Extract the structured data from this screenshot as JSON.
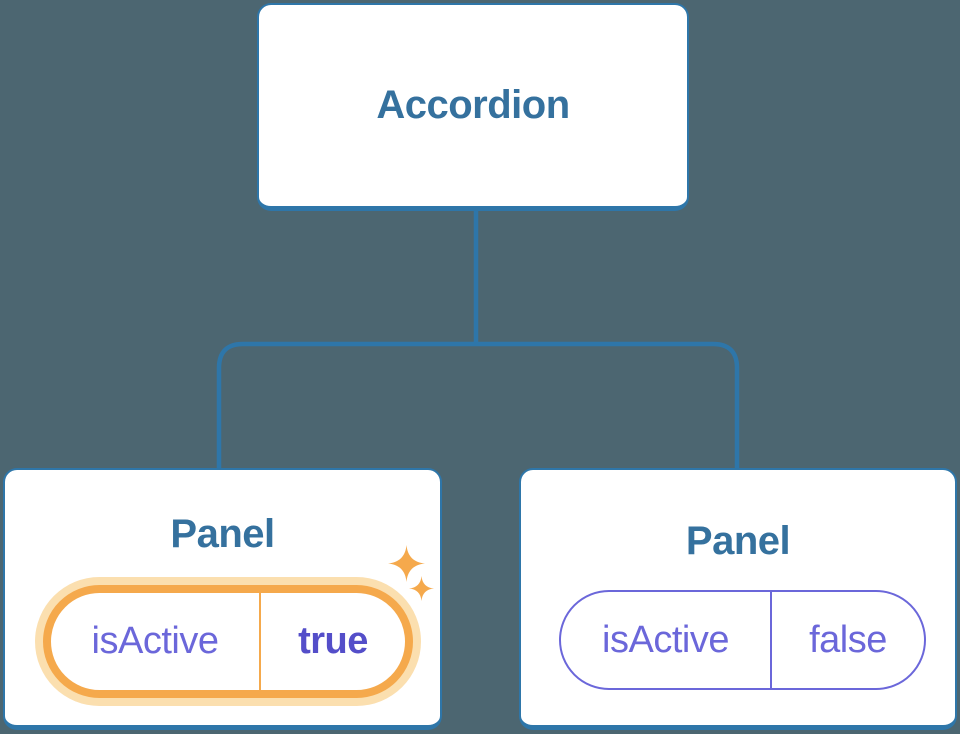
{
  "colors": {
    "background": "#4C6671",
    "line": "#2E76A9",
    "heading": "#35719E",
    "purple": "#6B67DA",
    "purple_bold": "#544EC9",
    "orange": "#F5A94C",
    "orange_halo": "#FBDFAF",
    "card_bg": "#FFFFFF"
  },
  "tree": {
    "root": {
      "label": "Accordion"
    },
    "children": [
      {
        "label": "Panel",
        "prop": {
          "name": "isActive",
          "value": "true"
        },
        "highlighted": true,
        "icon": "sparkles-icon"
      },
      {
        "label": "Panel",
        "prop": {
          "name": "isActive",
          "value": "false"
        },
        "highlighted": false
      }
    ]
  }
}
